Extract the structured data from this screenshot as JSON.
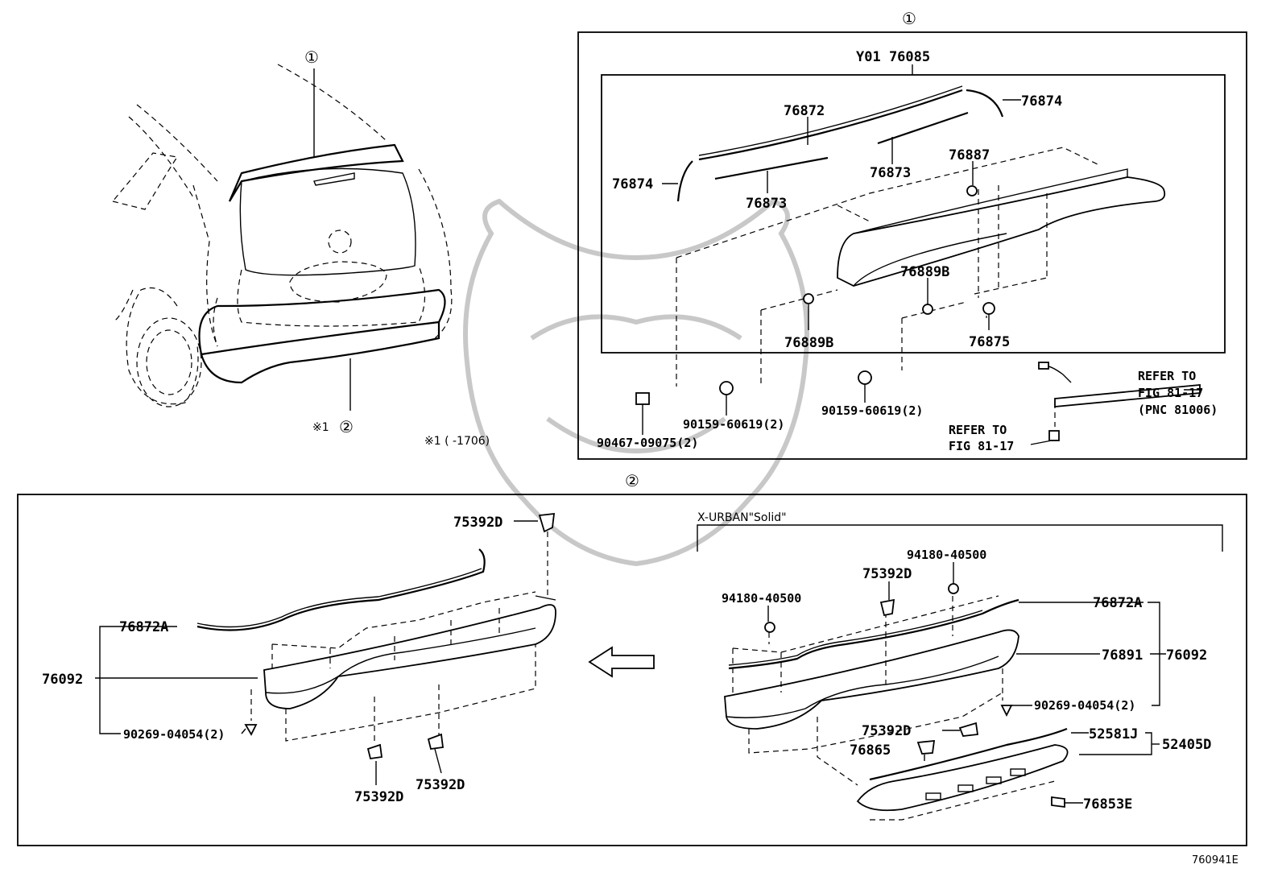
{
  "callouts": {
    "main_1": "①",
    "main_2": "②",
    "note_mark": "※1",
    "section1_title": "①",
    "section2_title": "②",
    "note_text": "※1 (      -1706)"
  },
  "section1": {
    "assembly": "Y01 76085",
    "parts": {
      "p76872": "76872",
      "p76874_right": "76874",
      "p76874_left": "76874",
      "p76873_left": "76873",
      "p76873_right": "76873",
      "p76887": "76887",
      "p76889b_right": "76889B",
      "p76889b_left": "76889B",
      "p76875": "76875",
      "p90159_left": "90159-60619(2)",
      "p90159_right": "90159-60619(2)",
      "p90467": "90467-09075(2)"
    },
    "refer_right": [
      "REFER TO",
      "FIG 81-17",
      "(PNC 81006)"
    ],
    "refer_bottom": [
      "REFER TO",
      "FIG 81-17"
    ]
  },
  "section2": {
    "variant": "X-URBAN\"Solid\"",
    "left": {
      "p75392d_top": "75392D",
      "p76872a": "76872A",
      "p76092": "76092",
      "p90269": "90269-04054(2)",
      "p75392d_bottom_left": "75392D",
      "p75392d_bottom_right": "75392D"
    },
    "right": {
      "p94180_top": "94180-40500",
      "p94180_left": "94180-40500",
      "p75392d_top": "75392D",
      "p76872a": "76872A",
      "p76891": "76891",
      "p76092": "76092",
      "p90269": "90269-04054(2)",
      "p75392d_mid": "75392D",
      "p52581j": "52581J",
      "p52405d": "52405D",
      "p76865": "76865",
      "p76853e": "76853E"
    }
  },
  "figure_id": "760941E"
}
